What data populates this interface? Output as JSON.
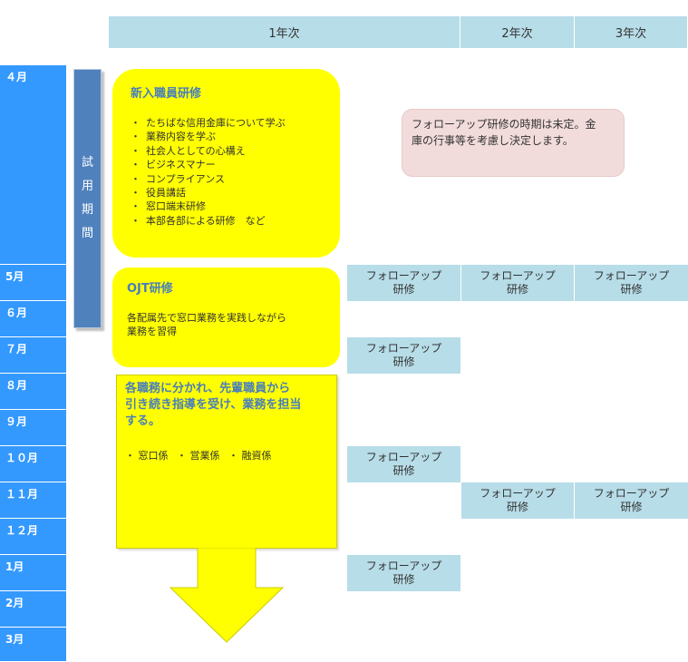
{
  "header": {
    "year1": "1年次",
    "year2": "2年次",
    "year3": "3年次"
  },
  "months": [
    "４月",
    "5月",
    "６月",
    "７月",
    "８月",
    "９月",
    "１０月",
    "１１月",
    "１２月",
    "1月",
    "2月",
    "3月"
  ],
  "trial_period": [
    "試",
    "用",
    "期",
    "間"
  ],
  "new_hire_training": {
    "title": "新入職員研修",
    "items": [
      "たちばな信用金庫について学ぶ",
      "業務内容を学ぶ",
      "社会人としての心構え",
      "ビジネスマナー",
      "コンプライアンス",
      "役員講話",
      "窓口端末研修",
      "本部各部による研修　など"
    ]
  },
  "ojt_training": {
    "title": "OJT研修",
    "text_line1": "各配属先で窓口業務を実践しながら",
    "text_line2": "業務を習得"
  },
  "assignment": {
    "title_line1": "各職務に分かれ、先輩職員から",
    "title_line2": "引き続き指導を受け、業務を担当",
    "title_line3": "する。",
    "roles": [
      "窓口係",
      "営業係",
      "融資係"
    ]
  },
  "followup_note": {
    "line1": "フォローアップ研修の時期は未定。金",
    "line2": "庫の行事等を考慮し決定します。"
  },
  "followup_label": {
    "line1": "フォローアップ",
    "line2": "研修"
  },
  "colors": {
    "header": "#b7dde8",
    "month": "#3399ff",
    "trial": "#4f81bd",
    "yellow": "#ffff00",
    "note": "#f2dcdb",
    "title_blue": "#4a7ebb"
  }
}
